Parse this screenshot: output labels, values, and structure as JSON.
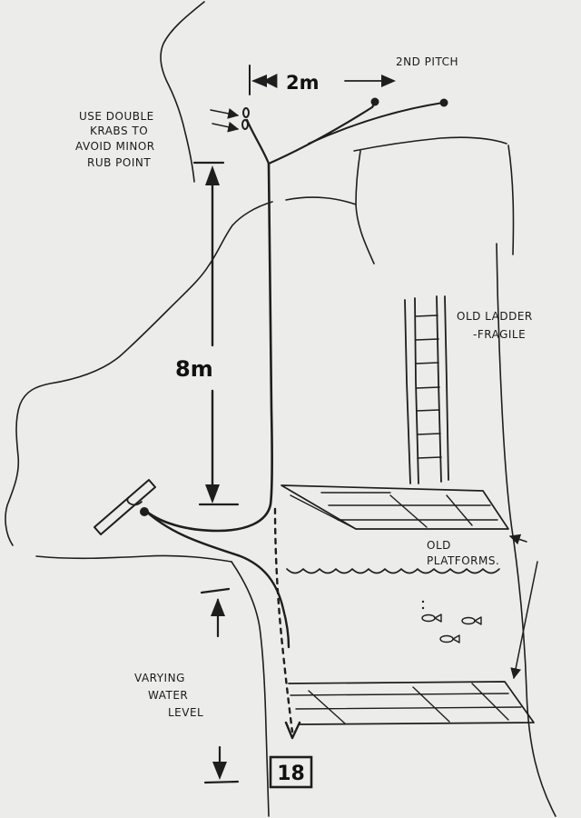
{
  "labels": {
    "second_pitch": "2ND PITCH",
    "spacing": "2m",
    "rigging_note": [
      "USE DOUBLE",
      "KRABS TO",
      "AVOID MINOR",
      "RUB POINT"
    ],
    "drop": "8m",
    "ladder_note": [
      "OLD LADDER",
      "-FRAGILE"
    ],
    "platforms_note": [
      "OLD",
      "PLATFORMS."
    ],
    "water_note": [
      "VARYING",
      "WATER",
      "LEVEL"
    ],
    "station": "18"
  },
  "colors": {
    "paper": "#ececea",
    "ink": "#1e1e1e"
  }
}
